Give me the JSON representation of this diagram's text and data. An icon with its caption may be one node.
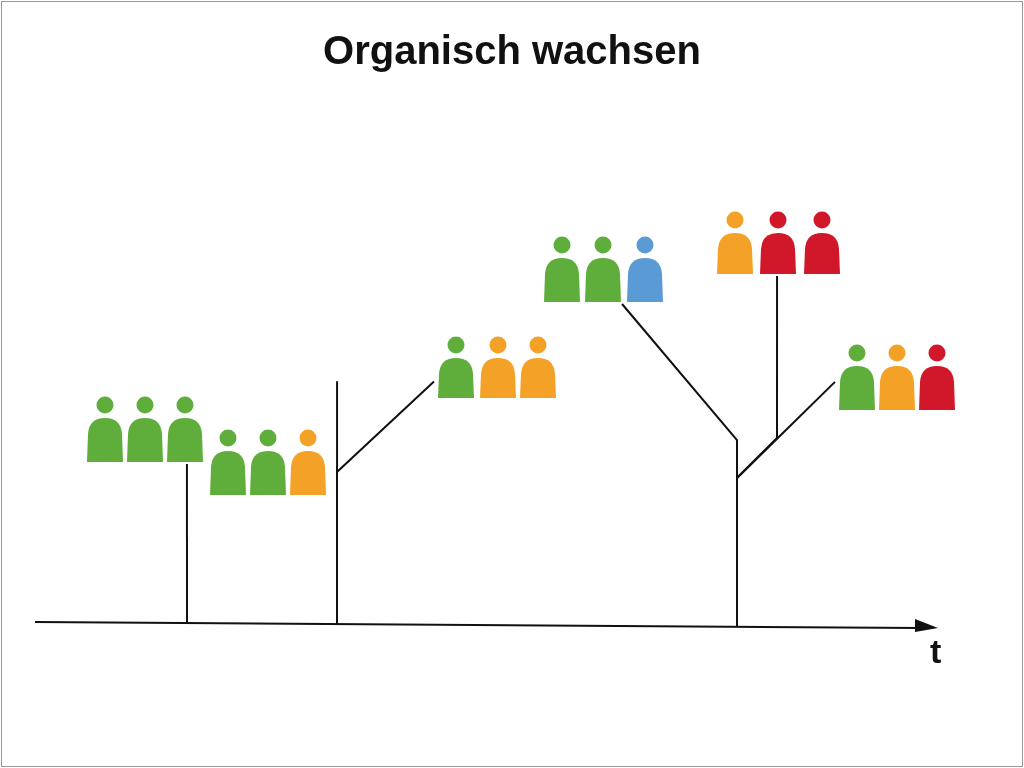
{
  "diagram": {
    "title": "Organisch wachsen",
    "nodes": [
      {
        "text": [],
        "shape": "person"
      },
      {
        "text": [],
        "shape": "person"
      },
      {
        "text": [],
        "shape": "person"
      },
      {
        "text": [],
        "shape": "person"
      },
      {
        "text": [],
        "shape": "person"
      },
      {
        "text": [],
        "shape": "person"
      },
      {
        "text": [],
        "shape": "arrow",
        "beside": [
          "t"
        ]
      }
    ],
    "edges": [
      {
        "from": 6,
        "to": 0,
        "arrow": "none"
      },
      {
        "from": 6,
        "to": 1,
        "arrow": "none"
      },
      {
        "from": 6,
        "to": 2,
        "arrow": "none"
      },
      {
        "from": 6,
        "to": 3,
        "arrow": "none"
      },
      {
        "from": 6,
        "to": 4,
        "arrow": "none"
      },
      {
        "from": 6,
        "to": 5,
        "arrow": "none"
      }
    ]
  }
}
